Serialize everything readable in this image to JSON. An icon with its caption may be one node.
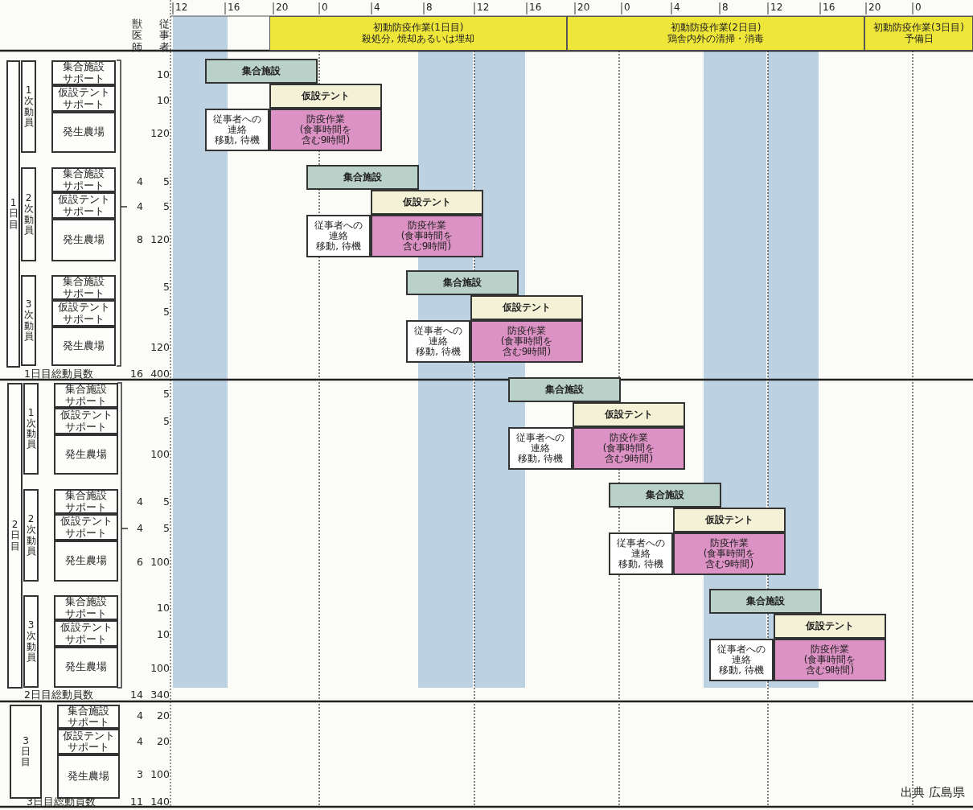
{
  "diagram": {
    "nodes": [
      {
        "text": [
          "初動防疫作業(1日目)",
          "殺処分, 焼却あるいは埋却"
        ]
      },
      {
        "text": [
          "初動防疫作業(2日目)",
          "鶏舎内外の清掃・消毒"
        ]
      },
      {
        "text": [
          "初動防疫作業(3日目)",
          "予備日"
        ]
      },
      {
        "text": [
          "1日目"
        ]
      },
      {
        "text": [
          "1次動員"
        ]
      },
      {
        "text": [
          "集合施設サポート"
        ]
      },
      {
        "text": [
          "仮設テントサポート"
        ]
      },
      {
        "text": [
          "発生農場"
        ]
      },
      {
        "text": [
          "2次動員"
        ]
      },
      {
        "text": [
          "集合施設サポート"
        ]
      },
      {
        "text": [
          "仮設テントサポート"
        ]
      },
      {
        "text": [
          "発生農場"
        ]
      },
      {
        "text": [
          "3次動員"
        ]
      },
      {
        "text": [
          "集合施設サポート"
        ]
      },
      {
        "text": [
          "仮設テントサポート"
        ]
      },
      {
        "text": [
          "発生農場"
        ]
      },
      {
        "text": [
          "2日目"
        ]
      },
      {
        "text": [
          "1次動員"
        ]
      },
      {
        "text": [
          "集合施設サポート"
        ]
      },
      {
        "text": [
          "仮設テントサポート"
        ]
      },
      {
        "text": [
          "発生農場"
        ]
      },
      {
        "text": [
          "2次動員"
        ]
      },
      {
        "text": [
          "集合施設サポート"
        ]
      },
      {
        "text": [
          "仮設テントサポート"
        ]
      },
      {
        "text": [
          "発生農場"
        ]
      },
      {
        "text": [
          "3次動員"
        ]
      },
      {
        "text": [
          "集合施設サポート"
        ]
      },
      {
        "text": [
          "仮設テントサポート"
        ]
      },
      {
        "text": [
          "発生農場"
        ]
      },
      {
        "text": [
          "3日目"
        ]
      },
      {
        "text": [
          "集合施設サポート"
        ]
      },
      {
        "text": [
          "仮設テントサポート"
        ]
      },
      {
        "text": [
          "発生農場"
        ]
      },
      {
        "text": [
          "集合施設"
        ]
      },
      {
        "text": [
          "仮設テント"
        ]
      },
      {
        "text": [
          "従事者への連絡",
          "移動, 待機"
        ]
      },
      {
        "text": [
          "防疫作業",
          "(食事時間を含む9時間)"
        ]
      },
      {
        "text": [
          "集合施設"
        ]
      },
      {
        "text": [
          "仮設テント"
        ]
      },
      {
        "text": [
          "従事者への連絡",
          "移動, 待機"
        ]
      },
      {
        "text": [
          "防疫作業",
          "(食事時間を含む9時間)"
        ]
      },
      {
        "text": [
          "集合施設"
        ]
      },
      {
        "text": [
          "仮設テント"
        ]
      },
      {
        "text": [
          "従事者への連絡",
          "移動, 待機"
        ]
      },
      {
        "text": [
          "防疫作業",
          "(食事時間を含む9時間)"
        ]
      },
      {
        "text": [
          "集合施設"
        ]
      },
      {
        "text": [
          "仮設テント"
        ]
      },
      {
        "text": [
          "従事者への連絡",
          "移動, 待機"
        ]
      },
      {
        "text": [
          "防疫作業",
          "(食事時間を含む9時間)"
        ]
      },
      {
        "text": [
          "集合施設"
        ]
      },
      {
        "text": [
          "仮設テント"
        ]
      },
      {
        "text": [
          "従事者への連絡",
          "移動, 待機"
        ]
      },
      {
        "text": [
          "防疫作業",
          "(食事時間を含む9時間)"
        ]
      },
      {
        "text": [
          "集合施設"
        ]
      },
      {
        "text": [
          "仮設テント"
        ]
      },
      {
        "text": [
          "従事者への連絡",
          "移動, 待機"
        ]
      },
      {
        "text": [
          "防疫作業",
          "(食事時間を含む9時間)"
        ]
      }
    ],
    "labels": [
      "12",
      "16",
      "20",
      "0",
      "4",
      "8",
      "12",
      "16",
      "20",
      "0",
      "4",
      "8",
      "12",
      "16",
      "20",
      "0",
      "獣医師",
      "従事者",
      "10",
      "10",
      "120",
      "4",
      "5",
      "4",
      "5",
      "8",
      "120",
      "5",
      "5",
      "120",
      "1日目総動員数",
      "16",
      "400",
      "5",
      "5",
      "100",
      "4",
      "5",
      "4",
      "5",
      "6",
      "100",
      "10",
      "10",
      "100",
      "2日目総動員数",
      "14",
      "340",
      "4",
      "20",
      "4",
      "20",
      "3",
      "100",
      "3日目総動員数",
      "11",
      "140",
      "出典 広島県"
    ]
  }
}
